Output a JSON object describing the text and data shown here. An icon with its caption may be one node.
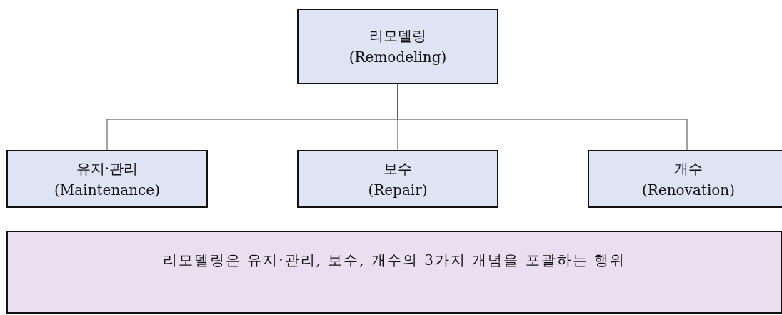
{
  "diagram": {
    "nodes": [
      {
        "text": [
          "리모델링",
          "(Remodeling)"
        ]
      },
      {
        "text": [
          "유지·관리",
          "(Maintenance)"
        ]
      },
      {
        "text": [
          "보수",
          "(Repair)"
        ]
      },
      {
        "text": [
          "개수",
          "(Renovation)"
        ]
      },
      {
        "text": [
          "리모델링은 유지·관리, 보수, 개수의 3가지 개념을 포괄하는 행위"
        ]
      }
    ],
    "edges": [
      {
        "from": 0,
        "to": 1,
        "arrow": "none"
      },
      {
        "from": 0,
        "to": 2,
        "arrow": "none"
      },
      {
        "from": 0,
        "to": 3,
        "arrow": "none"
      }
    ]
  }
}
